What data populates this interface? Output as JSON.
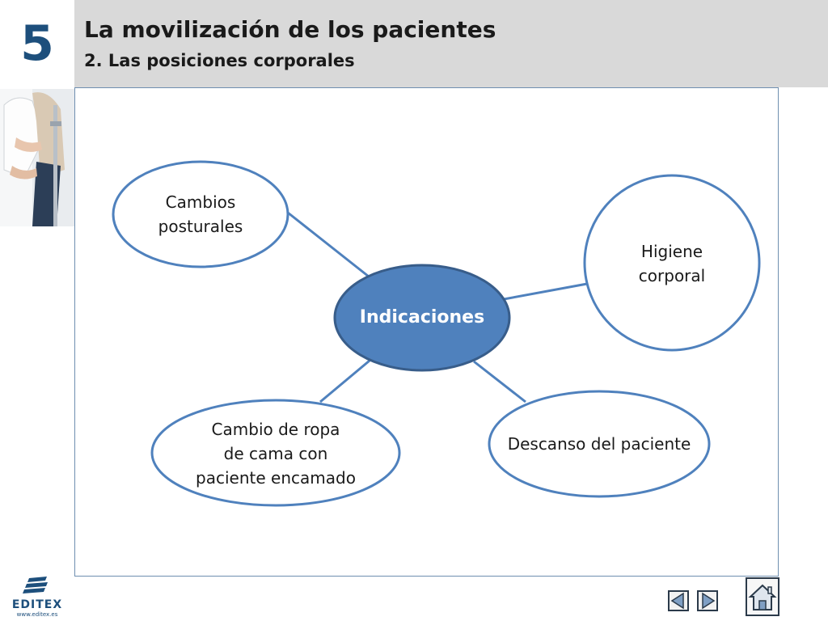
{
  "header": {
    "chapter_number": "5",
    "title": "La movilización de los pacientes",
    "subtitle": "2. Las posiciones corporales"
  },
  "diagram": {
    "center": {
      "label": "Indicaciones"
    },
    "nodes": [
      {
        "id": "cambios",
        "lines": [
          "Cambios",
          "posturales"
        ]
      },
      {
        "id": "higiene",
        "lines": [
          "Higiene",
          "corporal"
        ]
      },
      {
        "id": "ropa",
        "lines": [
          "Cambio de ropa",
          "de cama con",
          "paciente encamado"
        ]
      },
      {
        "id": "descanso",
        "lines": [
          "Descanso del paciente"
        ]
      }
    ],
    "colors": {
      "center_fill": "#4f81bd",
      "center_stroke": "#385d8a",
      "outline": "#4f81bd"
    }
  },
  "footer": {
    "logo_text": "EDITEX",
    "logo_url": "www.editex.es",
    "icons": [
      "previous-arrow-icon",
      "next-arrow-icon",
      "home-icon"
    ]
  }
}
